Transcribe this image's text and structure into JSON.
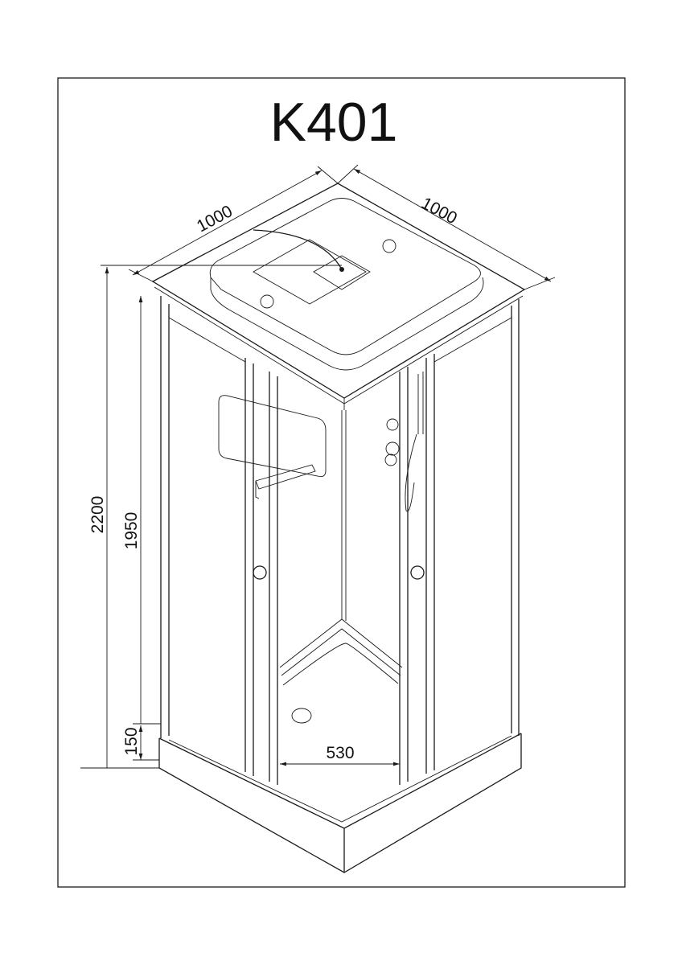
{
  "title": "K401",
  "dimensions": {
    "width_left": "1000",
    "width_right": "1000",
    "total_height": "2200",
    "cabin_height": "1950",
    "tray_height": "150",
    "door_opening": "530"
  },
  "colors": {
    "line": "#1a1a1a",
    "background": "#ffffff"
  }
}
